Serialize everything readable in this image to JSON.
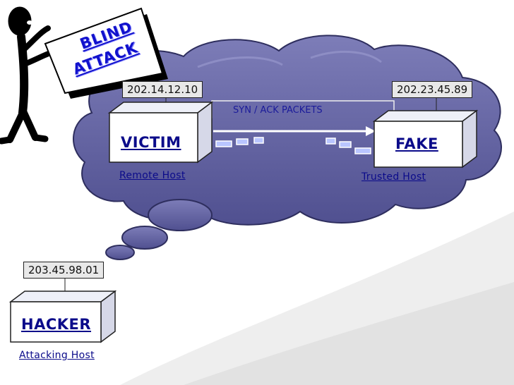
{
  "sign": {
    "line1": "BLIND",
    "line2": "ATTACK"
  },
  "victim": {
    "ip": "202.14.12.10",
    "name": "VICTIM",
    "role": "Remote Host"
  },
  "fake": {
    "ip": "202.23.45.89",
    "name": "FAKE",
    "role": "Trusted Host"
  },
  "hacker": {
    "ip": "203.45.98.01",
    "name": "HACKER",
    "role": "Attacking Host"
  },
  "flow": {
    "label": "SYN / ACK PACKETS"
  },
  "colors": {
    "cloud": "#5f5f9c",
    "cloud_highlight": "#8c8cc4",
    "box_front": "#ffffff",
    "box_side": "#d9d9e6",
    "text_blue": "#0b0b8a",
    "packet": "#b9c5ff"
  }
}
